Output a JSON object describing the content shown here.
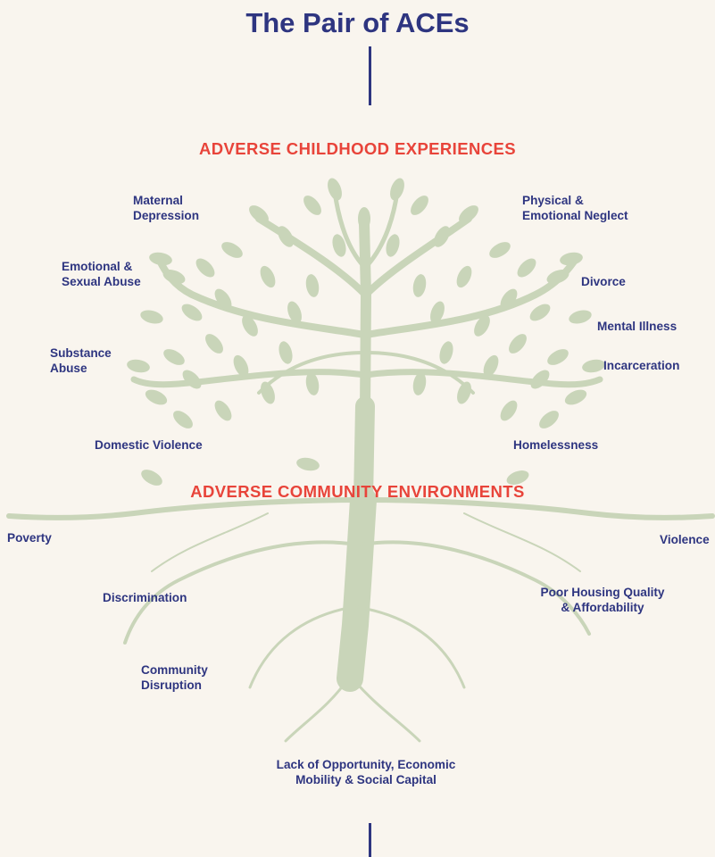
{
  "title": "The Pair of ACEs",
  "sections": {
    "childhood": "ADVERSE CHILDHOOD EXPERIENCES",
    "community": "ADVERSE COMMUNITY ENVIRONMENTS"
  },
  "childhood_items": {
    "maternal_depression": "Maternal\nDepression",
    "physical_emotional_neglect": "Physical &\nEmotional Neglect",
    "emotional_sexual_abuse": "Emotional &\nSexual Abuse",
    "divorce": "Divorce",
    "mental_illness": "Mental Illness",
    "substance_abuse": "Substance\nAbuse",
    "incarceration": "Incarceration",
    "domestic_violence": "Domestic Violence",
    "homelessness": "Homelessness"
  },
  "community_items": {
    "poverty": "Poverty",
    "violence": "Violence",
    "discrimination": "Discrimination",
    "poor_housing": "Poor Housing Quality\n& Affordability",
    "community_disruption": "Community\nDisruption",
    "lack_of_opportunity": "Lack of Opportunity, Economic\nMobility & Social Capital"
  },
  "colors": {
    "background": "#f9f5ee",
    "title": "#2e3580",
    "section_heading": "#e8443a",
    "tree": "#c9d5b9"
  }
}
